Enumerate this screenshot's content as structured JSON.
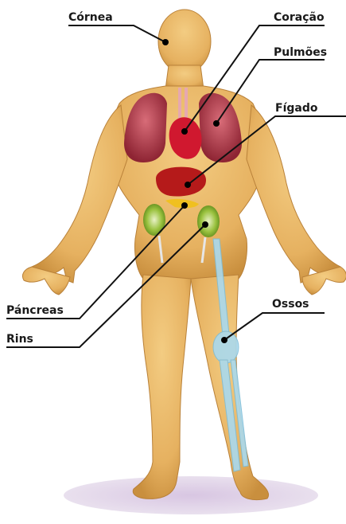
{
  "labels": {
    "cornea": "Córnea",
    "coracao": "Coração",
    "pulmoes": "Pulmões",
    "figado": "Fígado",
    "pancreas": "Páncreas",
    "rins": "Rins",
    "ossos": "Ossos"
  },
  "colors": {
    "skin": "#e8b765",
    "skin_shadow": "#c98f3e",
    "lungs": "#b03a4a",
    "heart": "#d0182f",
    "liver": "#b51a1a",
    "pancreas": "#f0c020",
    "kidneys": "#8db534",
    "bones": "#a9d9ee",
    "floor_shadow": "#cdb9d8",
    "leader_line": "#111111"
  }
}
